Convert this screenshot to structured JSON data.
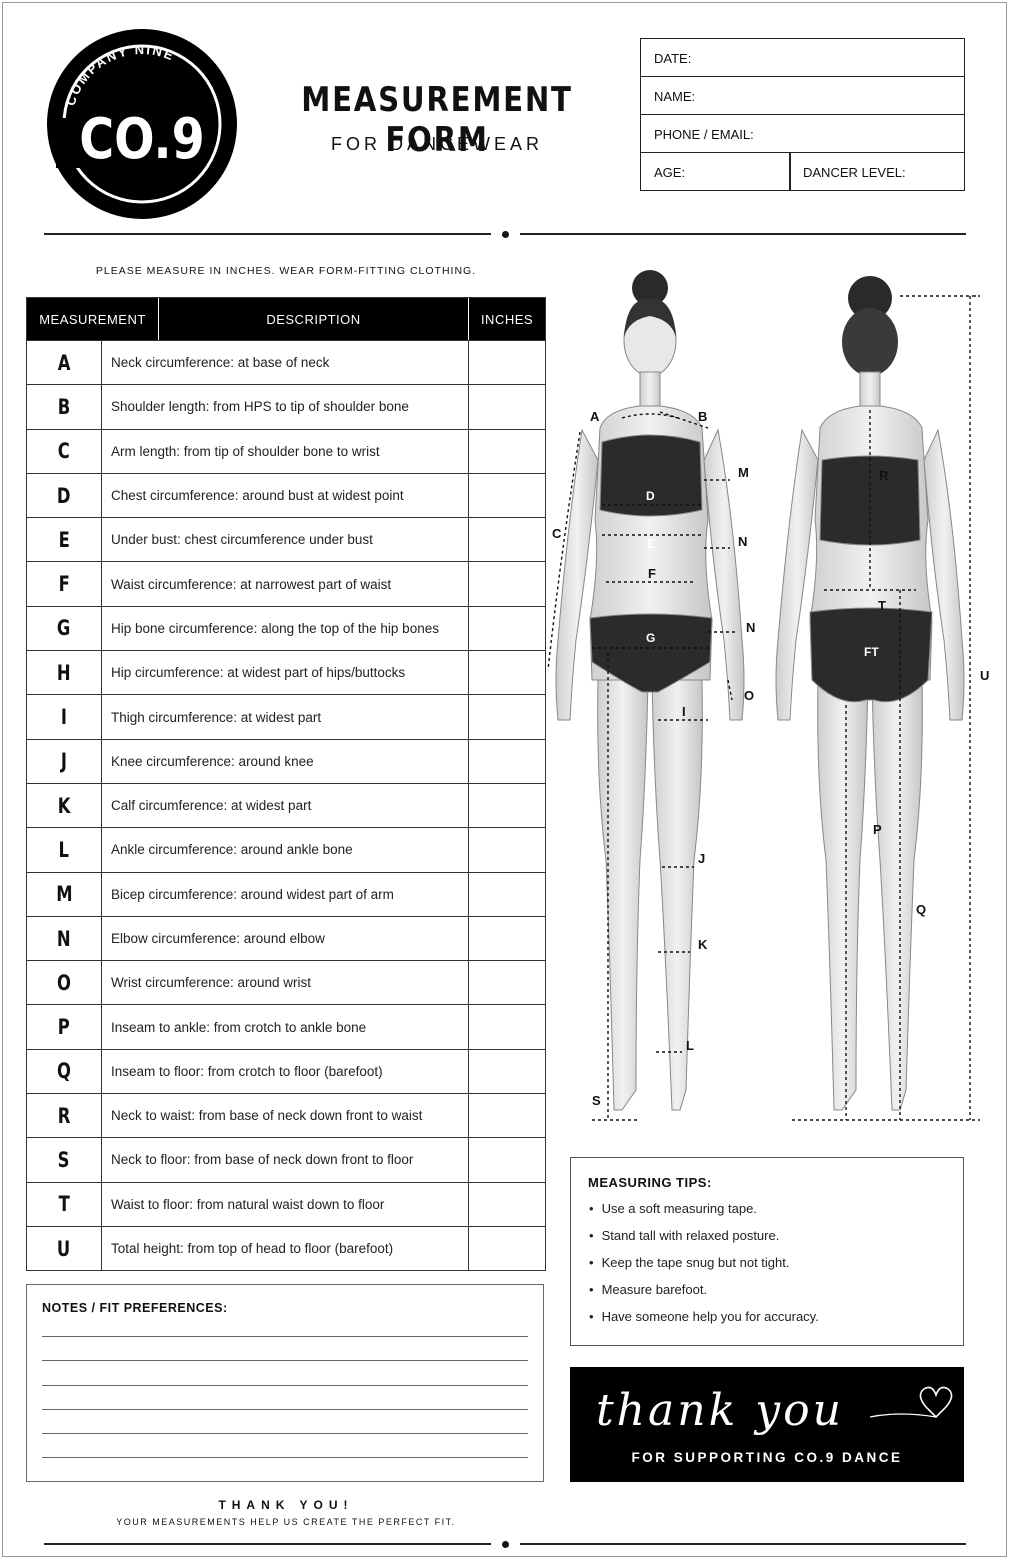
{
  "logo": {
    "ring_text": "COMPANY NINE",
    "mark": "CO.9"
  },
  "header": {
    "title": "MEASUREMENT FORM",
    "subtitle": "FOR DANCEWEAR"
  },
  "info_fields": {
    "date": "DATE:",
    "name": "NAME:",
    "contact": "PHONE / EMAIL:",
    "age": "AGE:",
    "level": "DANCER LEVEL:"
  },
  "instructions": "PLEASE MEASURE IN INCHES. WEAR FORM-FITTING CLOTHING.",
  "table": {
    "headers": [
      "MEASUREMENT",
      "DESCRIPTION",
      "INCHES"
    ],
    "rows": [
      {
        "letter": "A",
        "desc": "Neck circumference: at base of neck"
      },
      {
        "letter": "B",
        "desc": "Shoulder length: from HPS to tip of shoulder bone"
      },
      {
        "letter": "C",
        "desc": "Arm length: from tip of shoulder bone to wrist"
      },
      {
        "letter": "D",
        "desc": "Chest circumference: around bust at widest point"
      },
      {
        "letter": "E",
        "desc": "Under bust: chest circumference under bust"
      },
      {
        "letter": "F",
        "desc": "Waist circumference: at narrowest part of waist"
      },
      {
        "letter": "G",
        "desc": "Hip bone circumference: along the top of the hip bones"
      },
      {
        "letter": "H",
        "desc": "Hip circumference: at widest part of hips/buttocks"
      },
      {
        "letter": "I",
        "desc": "Thigh circumference: at widest part"
      },
      {
        "letter": "J",
        "desc": "Knee circumference: around knee"
      },
      {
        "letter": "K",
        "desc": "Calf circumference: at widest part"
      },
      {
        "letter": "L",
        "desc": "Ankle circumference: around ankle bone"
      },
      {
        "letter": "M",
        "desc": "Bicep circumference: around widest part of arm"
      },
      {
        "letter": "N",
        "desc": "Elbow circumference: around elbow"
      },
      {
        "letter": "O",
        "desc": "Wrist circumference: around wrist"
      },
      {
        "letter": "P",
        "desc": "Inseam to ankle: from crotch to ankle bone"
      },
      {
        "letter": "Q",
        "desc": "Inseam to floor: from crotch to floor (barefoot)"
      },
      {
        "letter": "R",
        "desc": "Neck to waist: from base of neck down front to waist"
      },
      {
        "letter": "S",
        "desc": "Neck to floor: from base of neck down front to floor"
      },
      {
        "letter": "T",
        "desc": "Waist to floor: from natural waist down to floor"
      },
      {
        "letter": "U",
        "desc": "Total height: from top of head to floor (barefoot)"
      }
    ]
  },
  "notes": {
    "title": "NOTES / FIT PREFERENCES:"
  },
  "footer": {
    "thank": "THANK YOU!",
    "tagline": "YOUR MEASUREMENTS HELP US CREATE THE PERFECT FIT."
  },
  "tips": {
    "title": "MEASURING TIPS:",
    "items": [
      "Use a soft measuring tape.",
      "Stand tall with relaxed posture.",
      "Keep the tape snug but not tight.",
      "Measure barefoot.",
      "Have someone help you for accuracy."
    ]
  },
  "thankyou_card": {
    "script": "thank you",
    "sub": "FOR SUPPORTING CO.9 DANCE"
  },
  "figure_labels": {
    "front": [
      "A",
      "B",
      "C",
      "D",
      "E",
      "F",
      "G",
      "I",
      "J",
      "K",
      "L",
      "M",
      "N",
      "N",
      "O",
      "S"
    ],
    "back": [
      "R",
      "T",
      "FT",
      "P",
      "Q",
      "U"
    ]
  }
}
